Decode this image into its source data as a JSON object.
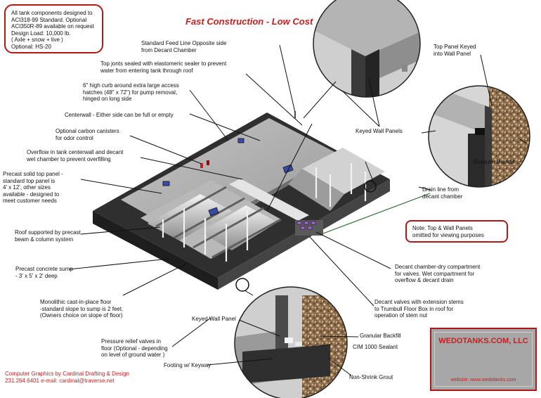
{
  "title": "Fast Construction - Low Cost",
  "spec_box": "All tank components designed to\nACI318-99 Standard.  Optional\nACI350R-89 available on request\nDesign Load: 10,000 lb.\n( Axle + snow + live )\nOptional: HS-20",
  "labels": {
    "feed_line": "Standard Feed Line Opposite side\nfrom Decant Chamber",
    "top_joints": "Top jonts sealed with elastomeric sealer to prevent\nwater from entering tank through roof",
    "curb": "6\" high curb around extra large access\nhatches (48\" x 72\") for pump removal,\nhinged on long side",
    "centerwall": "Centerwall - Either side can be full or empty",
    "carbon": "Optional carbon canisters\nfor odor control",
    "overflow": "Overflow in tank centerwall and decant\nwet chamber to prevent overfilling",
    "top_panel": "Precast solid top panel -\nstandard top panel is\n4' x 12', other sizes\navailable - designed to\nmeet customer needs",
    "roof": "Roof supported by precast\nbeam & column system",
    "sump": "Precast concrete sump\n- 3' x 5' x 2' deep",
    "floor": "Monolithic cast-in-place floor\n-standard slope to sump is 2 feet.\n(Owners choice on slope of floor)",
    "relief": "Pressure relief valves in\nfloor (Optional - depending\non level of ground water )",
    "footing": "Footing w/ Keyway",
    "keyed_wall_panel": "Keyed Wall Panel",
    "top_keyed": "Top Panel Keyed\ninto Wall Panel",
    "keyed_wall_panels": "Keyed Wall Panels",
    "granular_top": "Granular Backfill",
    "drain": "Drain line from\ndecant chamber",
    "decant_dry": "Decant chamber-dry compartment\nfor valves.  Wet compartment for\noverflow & decant drain",
    "decant_valves": "Decant valves with extension stems\nto Trumbull Floor Box in roof for\noperation of stem nut",
    "granular_bottom": "Granular Backfill",
    "cim": "CIM 1000 Sealant",
    "grout": "Non-Shrink Grout"
  },
  "note": "Note: Top & Wall Panels\nomitted for viewing purposes",
  "credit": "Computer Graphics by Cardinal Drafting & Design\n231.264.6401  e-mail: cardinal@traverse.net",
  "brand": {
    "name": "WEDOTANKS.COM, LLC",
    "website": "website: www.wedotanks.com"
  },
  "colors": {
    "accent": "#c81e1e",
    "roof": "#a9a9a9",
    "wall_dark": "#3a3a3a",
    "backfill": "#8a6a48",
    "brand_bg": "#a7a7a7"
  }
}
